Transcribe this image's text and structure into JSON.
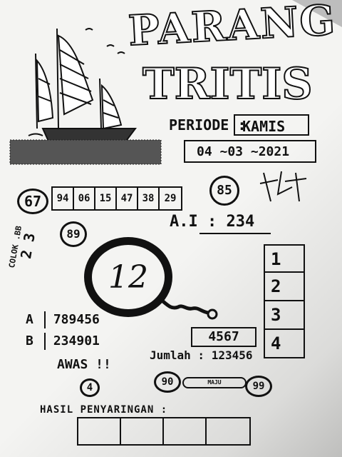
{
  "title": {
    "line1": "PARANG",
    "line2": "TRITIS"
  },
  "periode": {
    "label": "PERIODE :",
    "day": "KAMIS",
    "date": "04 ~03 ~2021"
  },
  "numbers": {
    "left_circle": "67",
    "row": [
      "94",
      "06",
      "15",
      "47",
      "38",
      "29"
    ],
    "right_circle": "85",
    "small_circle": "89"
  },
  "ai": {
    "label": "A.I :",
    "value": "234"
  },
  "colok": {
    "label": "COLOK .BB",
    "value": "2 3"
  },
  "big_number": "12",
  "right_column": [
    "1",
    "2",
    "3",
    "4"
  ],
  "result_box": "4567",
  "ab": {
    "a_key": "A",
    "a_value": "789456",
    "b_key": "B",
    "b_value": "234901"
  },
  "awas": {
    "label": "AWAS !!",
    "value": "4"
  },
  "jumlah": {
    "label": "Jumlah : 123456",
    "from": "90",
    "to": "99",
    "arrow_text": "MAJU"
  },
  "hasil": {
    "label": "HASIL PENYARINGAN :"
  }
}
